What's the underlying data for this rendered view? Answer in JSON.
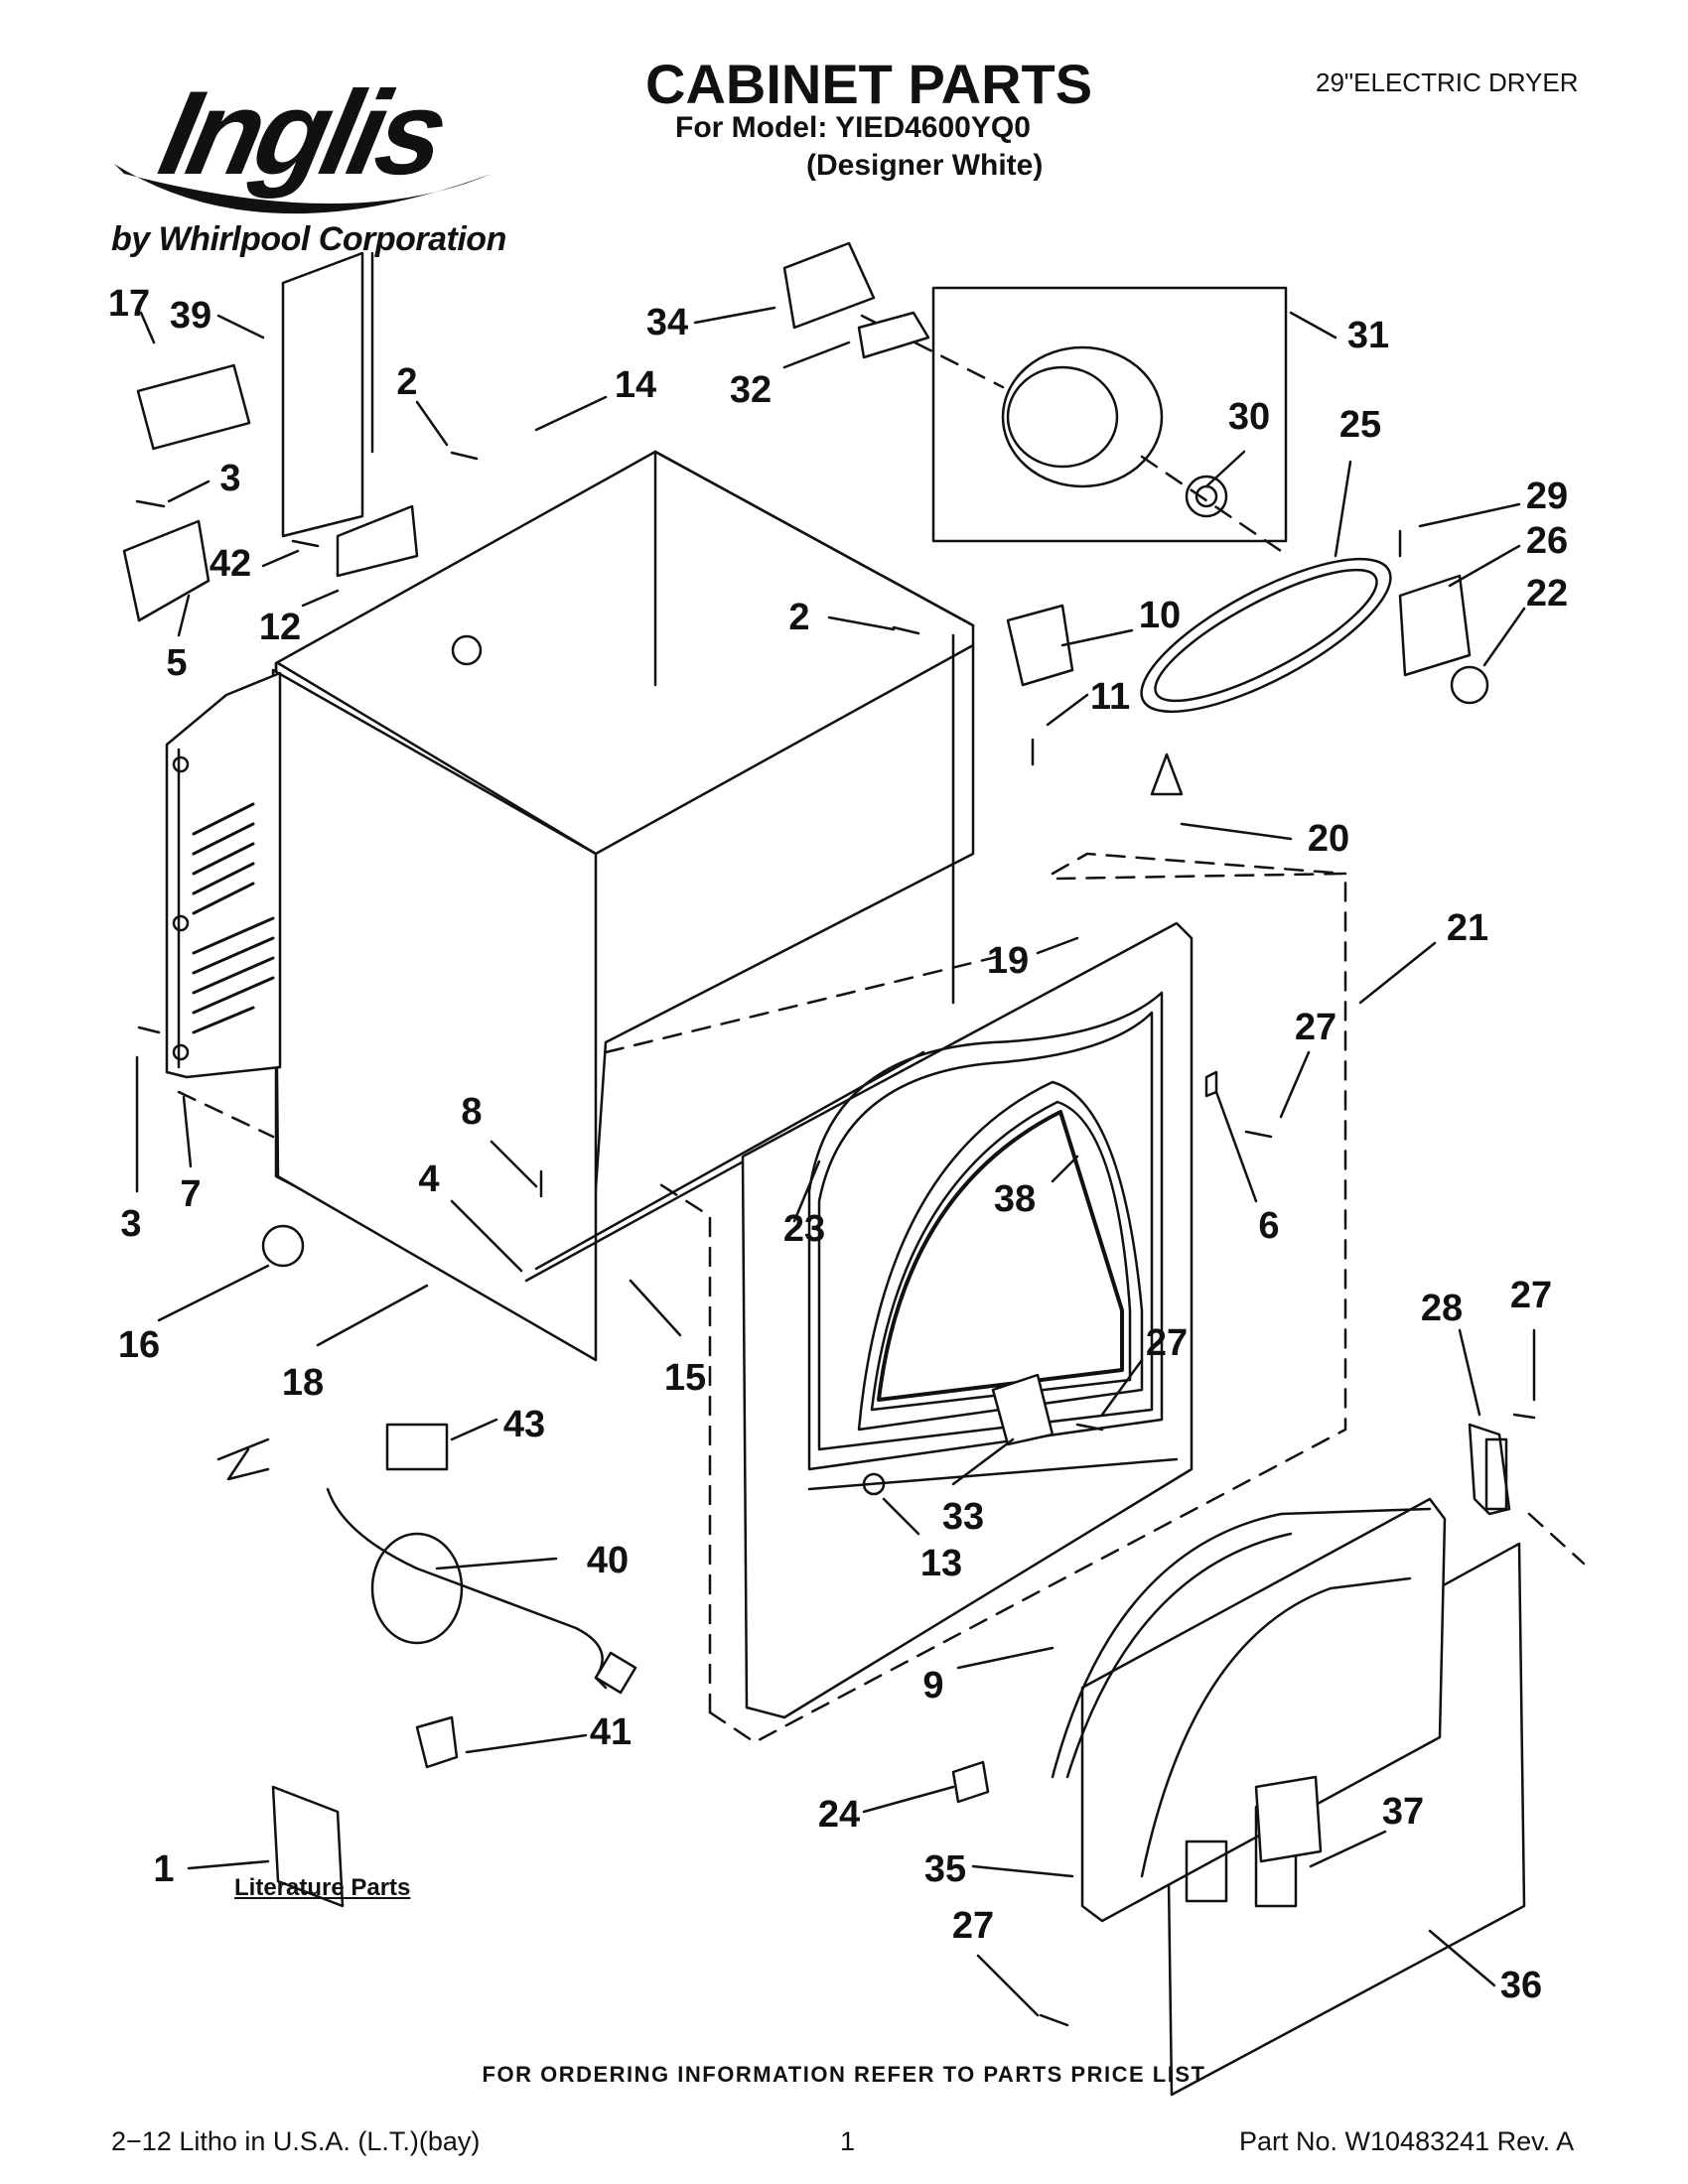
{
  "header": {
    "brand": "Inglis",
    "brand_byline": "by Whirlpool Corporation",
    "title": "CABINET PARTS",
    "model_line": "For Model: YIED4600YQ0",
    "variant_line": "(Designer White)",
    "category": "29\"ELECTRIC DRYER"
  },
  "labels": {
    "literature_parts": "Literature Parts"
  },
  "callouts": [
    "17",
    "39",
    "2",
    "14",
    "34",
    "32",
    "31",
    "30",
    "25",
    "29",
    "26",
    "22",
    "3",
    "42",
    "12",
    "5",
    "2",
    "10",
    "11",
    "20",
    "21",
    "19",
    "27",
    "6",
    "38",
    "23",
    "8",
    "4",
    "3",
    "7",
    "16",
    "18",
    "15",
    "27",
    "28",
    "27",
    "43",
    "33",
    "13",
    "40",
    "9",
    "24",
    "41",
    "1",
    "35",
    "37",
    "27",
    "36"
  ],
  "footer": {
    "order_note": "FOR ORDERING INFORMATION REFER TO PARTS PRICE LIST",
    "litho": "2−12 Litho in U.S.A. (L.T.)(bay)",
    "page": "1",
    "part_no": "Part No. W10483241 Rev. A"
  },
  "colors": {
    "ink": "#111111",
    "paper": "#ffffff"
  }
}
